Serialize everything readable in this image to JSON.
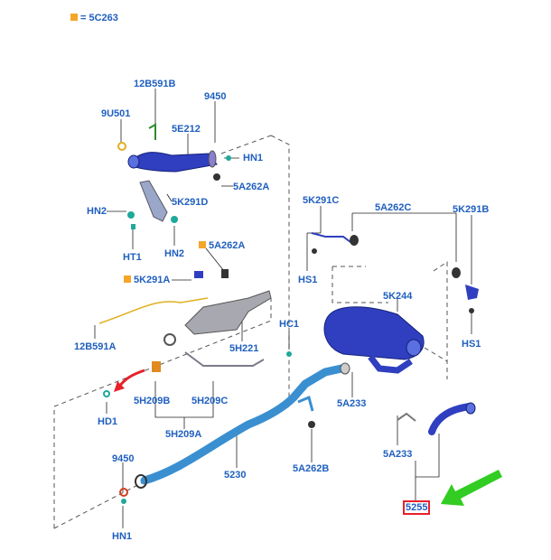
{
  "legend": {
    "code": "5C263",
    "swatch_color": "#f4a62a"
  },
  "colors": {
    "label": "#1f5fbf",
    "part_blue": "#2f3fc0",
    "pipe": "#3a8fd0",
    "highlight": "#e8202a",
    "arrow_green": "#33cc22",
    "arrow_red": "#e8202a"
  },
  "labels": {
    "p12b591b": "12B591B",
    "p9u501": "9U501",
    "p9450_top": "9450",
    "p5e212": "5E212",
    "hn1_top": "HN1",
    "p5a262a_top": "5A262A",
    "hn2_left": "HN2",
    "p5k291d": "5K291D",
    "ht1": "HT1",
    "hn2_mid": "HN2",
    "p5a262a_mid": "5A262A",
    "p5k291a": "5K291A",
    "p12b591a": "12B591A",
    "p5h221": "5H221",
    "hc1": "HC1",
    "p5k291c": "5K291C",
    "p5a262c": "5A262C",
    "p5k291b": "5K291B",
    "hs1_left": "HS1",
    "hs1_right": "HS1",
    "p5k244": "5K244",
    "p5a233_mid": "5A233",
    "p5a233_right": "5A233",
    "hd1": "HD1",
    "p5h209b": "5H209B",
    "p5h209c": "5H209C",
    "p5h209a": "5H209A",
    "p9450_bottom": "9450",
    "hn1_bottom": "HN1",
    "p5230": "5230",
    "p5a262b": "5A262B",
    "p5255": "5255"
  }
}
